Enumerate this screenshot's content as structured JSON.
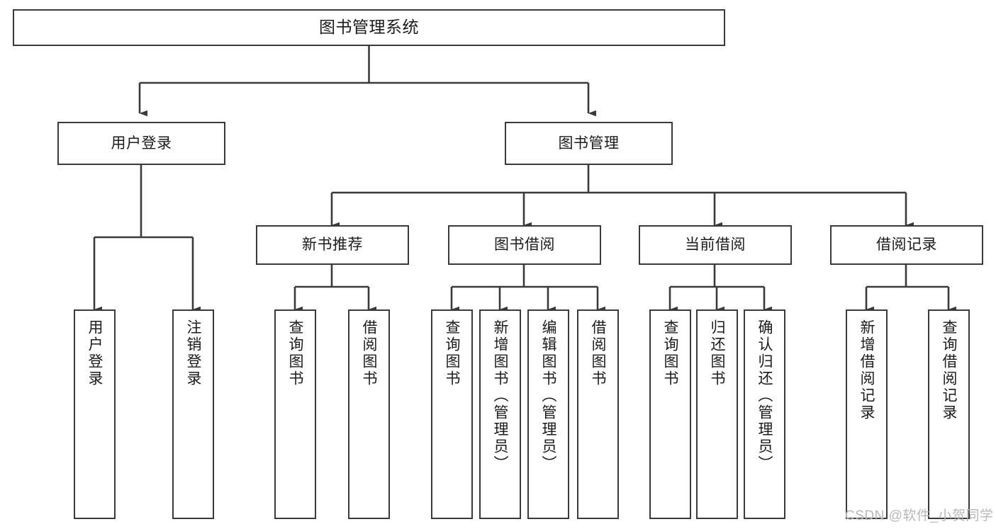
{
  "diagram": {
    "type": "tree-hierarchy",
    "title": "图书管理系统",
    "root": {
      "id": "root",
      "label": "图书管理系统"
    },
    "level1": [
      {
        "id": "user-login",
        "label": "用户登录"
      },
      {
        "id": "book-manage",
        "label": "图书管理"
      }
    ],
    "level2": [
      {
        "id": "new-book-recommend",
        "label": "新书推荐",
        "parent": "book-manage"
      },
      {
        "id": "book-borrow",
        "label": "图书借阅",
        "parent": "book-manage"
      },
      {
        "id": "current-borrow",
        "label": "当前借阅",
        "parent": "book-manage"
      },
      {
        "id": "borrow-record",
        "label": "借阅记录",
        "parent": "book-manage"
      }
    ],
    "leaves": [
      {
        "id": "leaf-user-login",
        "label": "用户登录",
        "parent": "user-login"
      },
      {
        "id": "leaf-user-logout",
        "label": "注销登录",
        "parent": "user-login"
      },
      {
        "id": "leaf-query-book-1",
        "label": "查询图书",
        "parent": "new-book-recommend"
      },
      {
        "id": "leaf-borrow-book-1",
        "label": "借阅图书",
        "parent": "new-book-recommend"
      },
      {
        "id": "leaf-query-book-2",
        "label": "查询图书",
        "parent": "book-borrow"
      },
      {
        "id": "leaf-add-book",
        "label": "新增图书（管理员）",
        "parent": "book-borrow"
      },
      {
        "id": "leaf-edit-book",
        "label": "编辑图书（管理员）",
        "parent": "book-borrow"
      },
      {
        "id": "leaf-borrow-book-2",
        "label": "借阅图书",
        "parent": "book-borrow"
      },
      {
        "id": "leaf-query-book-3",
        "label": "查询图书",
        "parent": "current-borrow"
      },
      {
        "id": "leaf-return-book",
        "label": "归还图书",
        "parent": "current-borrow"
      },
      {
        "id": "leaf-confirm-return",
        "label": "确认归还（管理员）",
        "parent": "current-borrow"
      },
      {
        "id": "leaf-add-record",
        "label": "新增借阅记录",
        "parent": "borrow-record"
      },
      {
        "id": "leaf-query-record",
        "label": "查询借阅记录",
        "parent": "borrow-record"
      }
    ],
    "colors": {
      "box_border": "#3a3a3a",
      "box_fill": "#ffffff",
      "connector": "#3a3a3a",
      "text": "#1b1b1b",
      "watermark": "#b8b8b8",
      "background": "#ffffff"
    }
  },
  "watermark": {
    "text": "CSDN @软件_小贺同学"
  }
}
